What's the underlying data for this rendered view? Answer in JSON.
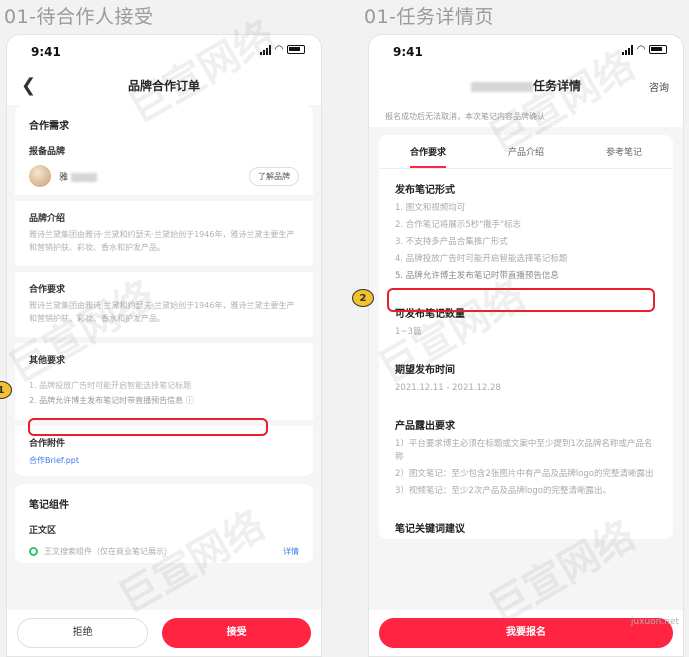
{
  "labels": {
    "left_section": "01-待合作人接受",
    "right_section": "01-任务详情页"
  },
  "left": {
    "status_time": "9:41",
    "nav_title": "品牌合作订单",
    "cooperation_heading": "合作需求",
    "brand_label": "报备品牌",
    "brand_name": "雅",
    "brand_button": "了解品牌",
    "intro_label": "品牌介绍",
    "intro_text": "雅诗兰黛集团由雅诗·兰黛和约瑟夫·兰黛始创于1946年，雅诗兰黛主要生产和营销护肤、彩妆、香水和护发产品。",
    "requirement_label": "合作要求",
    "requirement_text": "雅诗兰黛集团由雅诗·兰黛和约瑟夫·兰黛始创于1946年，雅诗兰黛主要生产和营销护肤、彩妆、香水和护发产品。",
    "other_label": "其他要求",
    "other_items": [
      "1. 品牌投放广告时可能开启智能选择笔记标题",
      "2. 品牌允许博主发布笔记时带直播预告信息 ⓘ"
    ],
    "attachment_label": "合作附件",
    "attachment_link": "合作Brief.ppt",
    "notes_heading": "笔记组件",
    "body_area_label": "正文区",
    "component_text": "王文搜索组件（仅在商业笔记展示）",
    "component_detail": "详情",
    "reject_button": "拒绝",
    "accept_button": "接受",
    "marker": "1"
  },
  "right": {
    "status_time": "9:41",
    "nav_title": "任务详情",
    "nav_consult": "咨询",
    "top_note": "报名成功后无法取消，本次笔记内容品牌确认",
    "tabs": [
      "合作要求",
      "产品介绍",
      "参考笔记"
    ],
    "publish_form_heading": "发布笔记形式",
    "publish_items": [
      "1. 图文和视频均可",
      "2. 合作笔记将展示5秒\"撒手\"标志",
      "3. 不支持多产品合集推广形式",
      "4. 品牌投放广告时可能开启智能选择笔记标题",
      "5. 品牌允许博主发布笔记时带直播预告信息"
    ],
    "count_heading": "可发布笔记数量",
    "count_value": "1~3篇",
    "time_heading": "期望发布时间",
    "time_value": "2021.12.11 - 2021.12.28",
    "exposure_heading": "产品露出要求",
    "exposure_items": [
      "1）平台要求博主必须在标题或文案中至少提到1次品牌名称或产品名称",
      "2）图文笔记：至少包含2张图片中有产品及品牌logo的完整清晰露出",
      "3）视频笔记：至少2次产品及品牌logo的完整清晰露出。"
    ],
    "keyword_heading": "笔记关键词建议",
    "signup_button": "我要报名",
    "marker": "2"
  },
  "watermark": "巨宣网络",
  "site": "juxuon.net",
  "colors": {
    "accent": "#ff2442",
    "highlight_box": "#e8202e",
    "marker": "#f2c12e",
    "link": "#3b7de9"
  }
}
